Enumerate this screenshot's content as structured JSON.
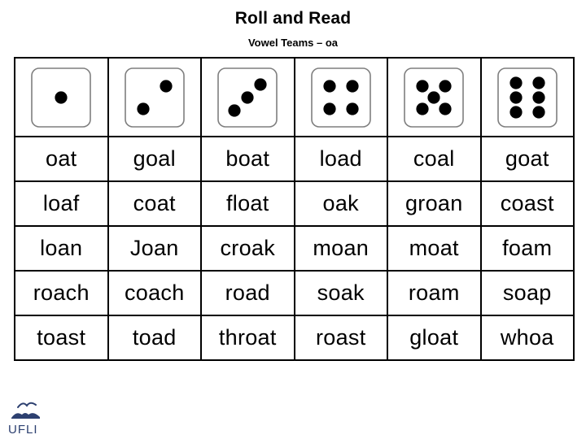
{
  "title": "Roll and Read",
  "subtitle": "Vowel Teams – oa",
  "colors": {
    "text": "#000000",
    "table_border": "#000000",
    "die_fill": "#ffffff",
    "die_border": "#7f7f7f",
    "pip": "#000000",
    "logo_navy": "#2d4070"
  },
  "table": {
    "dice": [
      1,
      2,
      3,
      4,
      5,
      6
    ],
    "dice_icon_names": [
      "die-1-icon",
      "die-2-icon",
      "die-3-icon",
      "die-4-icon",
      "die-5-icon",
      "die-6-icon"
    ],
    "rows": [
      [
        "oat",
        "goal",
        "boat",
        "load",
        "coal",
        "goat"
      ],
      [
        "loaf",
        "coat",
        "float",
        "oak",
        "groan",
        "coast"
      ],
      [
        "loan",
        "Joan",
        "croak",
        "moan",
        "moat",
        "foam"
      ],
      [
        "roach",
        "coach",
        "road",
        "soak",
        "roam",
        "soap"
      ],
      [
        "toast",
        "toad",
        "throat",
        "roast",
        "gloat",
        "whoa"
      ]
    ]
  },
  "logo": {
    "text": "UFLI"
  }
}
